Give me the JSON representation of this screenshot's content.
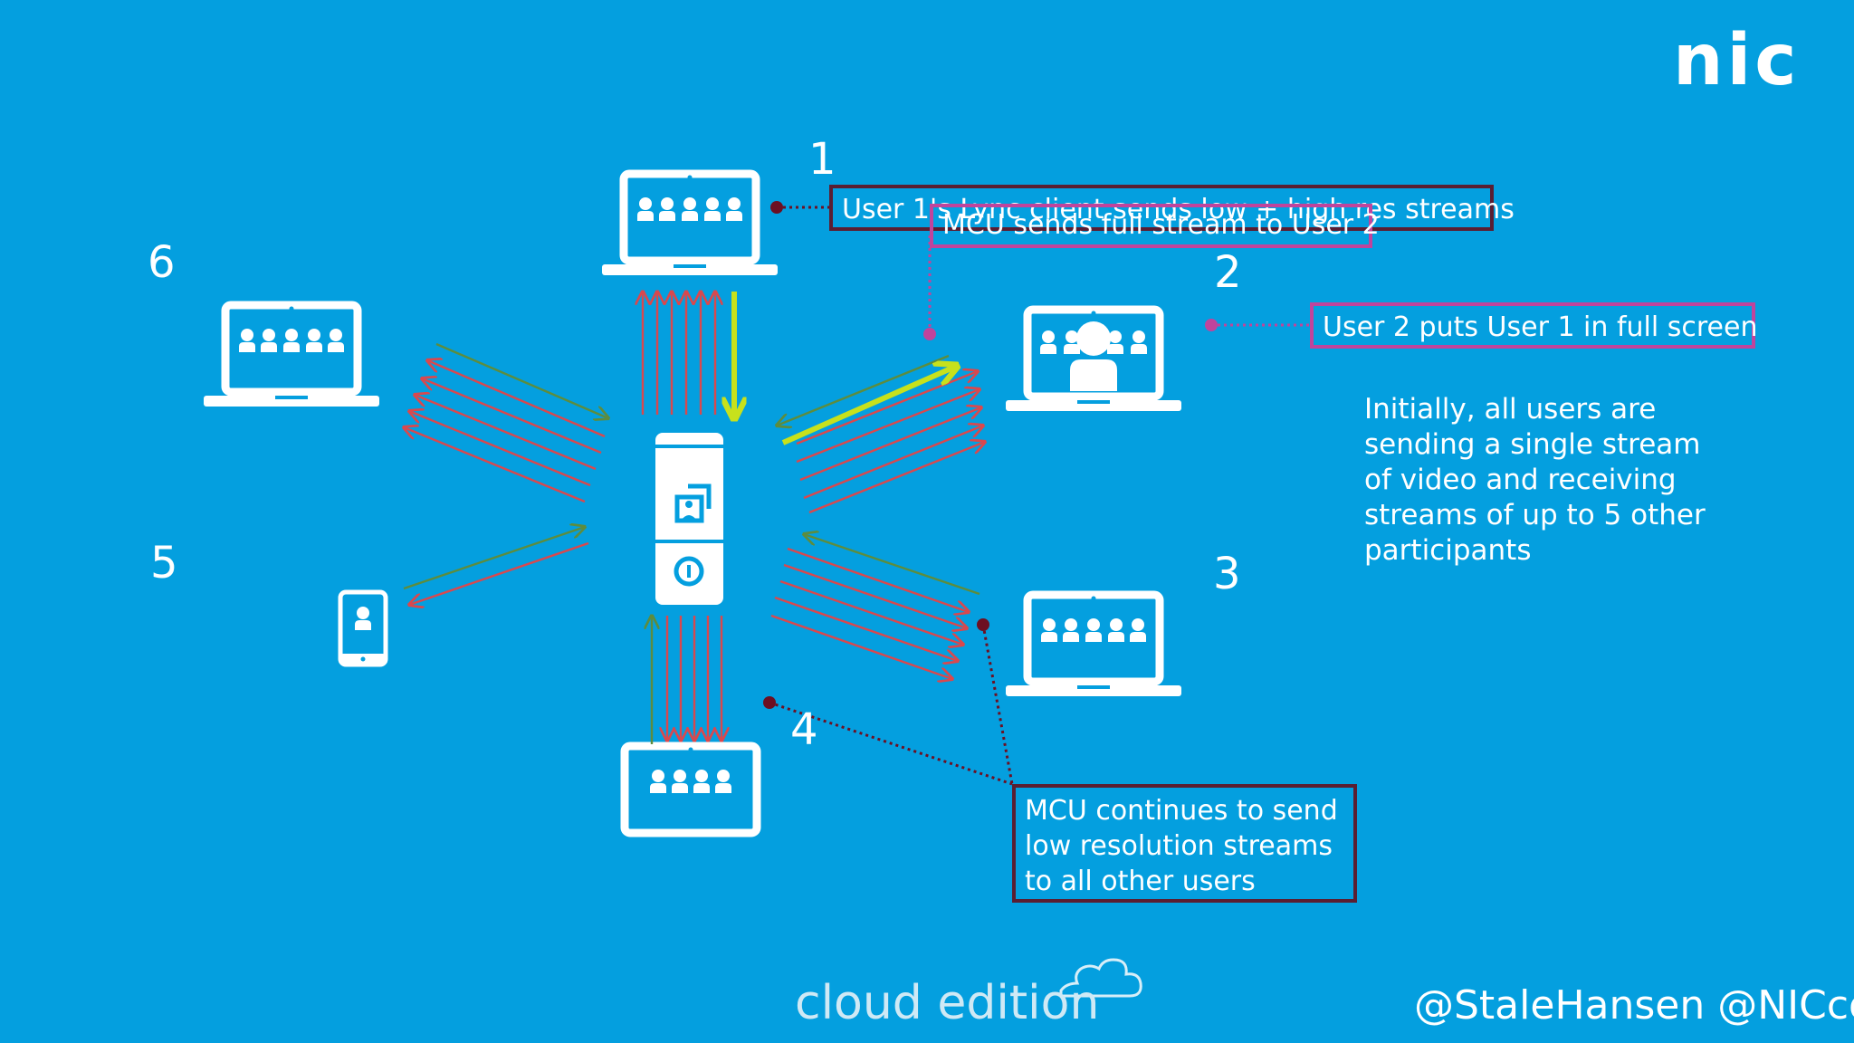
{
  "logo": {
    "text": "nic"
  },
  "participants": [
    {
      "number": "1",
      "device": "laptop"
    },
    {
      "number": "2",
      "device": "laptop"
    },
    {
      "number": "3",
      "device": "laptop"
    },
    {
      "number": "4",
      "device": "laptop"
    },
    {
      "number": "5",
      "device": "phone"
    },
    {
      "number": "6",
      "device": "laptop"
    }
  ],
  "callouts": {
    "user1": "User 1's Lync client sends low + high res streams",
    "mcu_full": "MCU sends full stream to User 2",
    "user2": "User 2 puts User 1 in full screen",
    "mcu_low": [
      "MCU continues to send",
      "low resolution streams",
      "to all other users"
    ]
  },
  "description": [
    "Initially, all users are",
    "sending a single stream",
    "of video and receiving",
    "streams of up to 5 other",
    "participants"
  ],
  "footer": {
    "edition": "cloud edition",
    "handles": "@StaleHansen @NICconf"
  },
  "colors": {
    "background": "#049fdf",
    "stream_red": "#d9484e",
    "stream_green": "#5d8c3e",
    "highlight_green": "#c7e11c",
    "box_dark": "#5a1e32",
    "box_magenta": "#c0449c",
    "dot_dark": "#6d0f22"
  }
}
